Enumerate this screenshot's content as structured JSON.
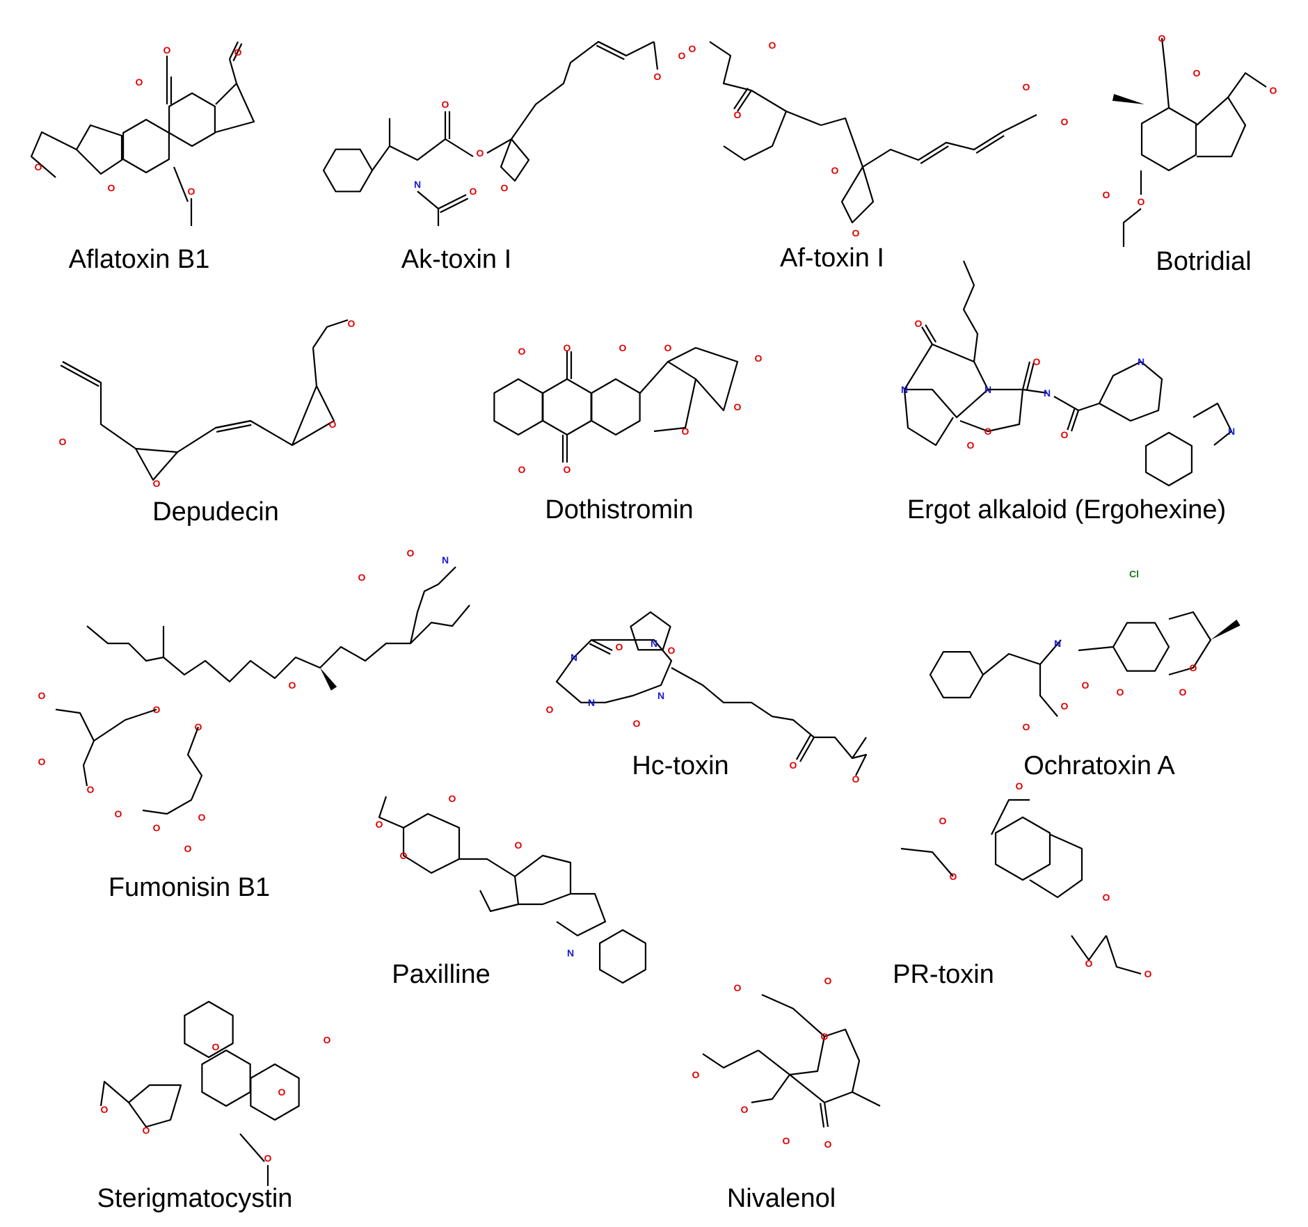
{
  "colors": {
    "bond": "#000000",
    "oxygen": "#e00000",
    "nitrogen": "#1a1ad0",
    "chlorine": "#1a7a1a",
    "label": "#000000"
  },
  "compounds": [
    {
      "name": "Aflatoxin B1"
    },
    {
      "name": "Ak-toxin I"
    },
    {
      "name": "Af-toxin I"
    },
    {
      "name": "Botridial"
    },
    {
      "name": "Depudecin"
    },
    {
      "name": "Dothistromin"
    },
    {
      "name": "Ergot alkaloid (Ergohexine)"
    },
    {
      "name": "Fumonisin B1"
    },
    {
      "name": "Hc-toxin"
    },
    {
      "name": "Ochratoxin A"
    },
    {
      "name": "Paxilline"
    },
    {
      "name": "PR-toxin"
    },
    {
      "name": "Sterigmatocystin"
    },
    {
      "name": "Nivalenol"
    }
  ],
  "atom_symbols": {
    "oxygen": "O",
    "nitrogen": "N",
    "chlorine": "Cl"
  }
}
